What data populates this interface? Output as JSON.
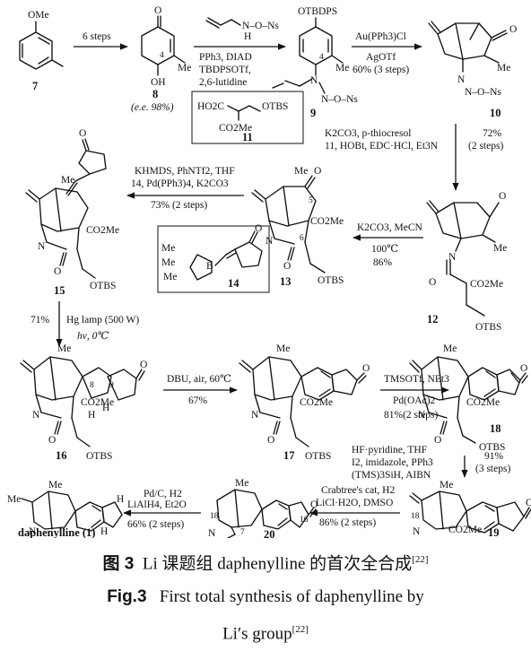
{
  "compounds": {
    "c7": {
      "label": "7"
    },
    "c8": {
      "label": "8",
      "note": "(e.e. 98%)"
    },
    "c9": {
      "label": "9"
    },
    "c10": {
      "label": "10"
    },
    "c11": {
      "label": "11"
    },
    "c12": {
      "label": "12"
    },
    "c13": {
      "label": "13"
    },
    "c14": {
      "label": "14"
    },
    "c15": {
      "label": "15"
    },
    "c16": {
      "label": "16"
    },
    "c17": {
      "label": "17"
    },
    "c18": {
      "label": "18"
    },
    "c19": {
      "label": "19"
    },
    "c20": {
      "label": "20"
    },
    "c1": {
      "label": "daphenylline (1)"
    }
  },
  "atoms": {
    "ome": "OMe",
    "o": "O",
    "oh": "OH",
    "me": "Me",
    "n": "N",
    "h": "H",
    "otbdps": "OTBDPS",
    "otbs": "OTBS",
    "ns": "Ns",
    "ho2c": "HO2C",
    "co2me": "CO2Me",
    "b": "B",
    "n4": "4",
    "n5": "5",
    "n6": "6",
    "n7": "7",
    "n8": "8",
    "n9": "9",
    "n16": "16",
    "n18": "18",
    "reagent_top": "N–O–Ns",
    "reagent_h": "H"
  },
  "steps": {
    "s1": {
      "line1": "6 steps"
    },
    "s2": {
      "line1": "PPh3, DIAD",
      "line2": "TBDPSOTf,",
      "line3": "2,6-lutidine"
    },
    "s3": {
      "line1": "Au(PPh3)Cl",
      "line2": "AgOTf",
      "line3": "60% (3 steps)"
    },
    "s4": {
      "line1": "K2CO3, p-thiocresol",
      "line2": "11, HOBt, EDC·HCl, Et3N",
      "yield1": "72%",
      "yield2": "(2 steps)"
    },
    "s5": {
      "line1": "K2CO3, MeCN",
      "line2": "100℃",
      "line3": "86%"
    },
    "s6": {
      "line1": "KHMDS, PhNTf2, THF",
      "line2": "14, Pd(PPh3)4, K2CO3",
      "line3": "73% (2 steps)"
    },
    "s7": {
      "line1": "71%",
      "line2": "Hg lamp (500 W)",
      "line3": "hν, 0℃"
    },
    "s8": {
      "line1": "DBU, air, 60℃",
      "line2": "67%"
    },
    "s9": {
      "line1": "TMSOTf, NEt3",
      "line2": "Pd(OAc)2",
      "line3": "81%(2 steps)"
    },
    "s10": {
      "line1": "HF·pyridine, THF",
      "line2": "I2, imidazole, PPh3",
      "line3": "(TMS)3SiH, AIBN",
      "yield1": "91%",
      "yield2": "(3 steps)"
    },
    "s11": {
      "line1": "Crabtree's cat, H2",
      "line2": "LiCl·H2O, DMSO",
      "line3": "86% (2 steps)"
    },
    "s12": {
      "line1": "Pd/C, H2",
      "line2": "LiAlH4, Et2O",
      "line3": "66% (2 steps)"
    }
  },
  "caption": {
    "cn_fig": "图 3",
    "cn_text": "Li 课题组 daphenylline 的首次全合成",
    "cn_ref": "[22]",
    "en_fig": "Fig.3",
    "en_text": "First total synthesis of daphenylline by",
    "en_text2": "Li′s group",
    "en_ref": "[22]"
  }
}
